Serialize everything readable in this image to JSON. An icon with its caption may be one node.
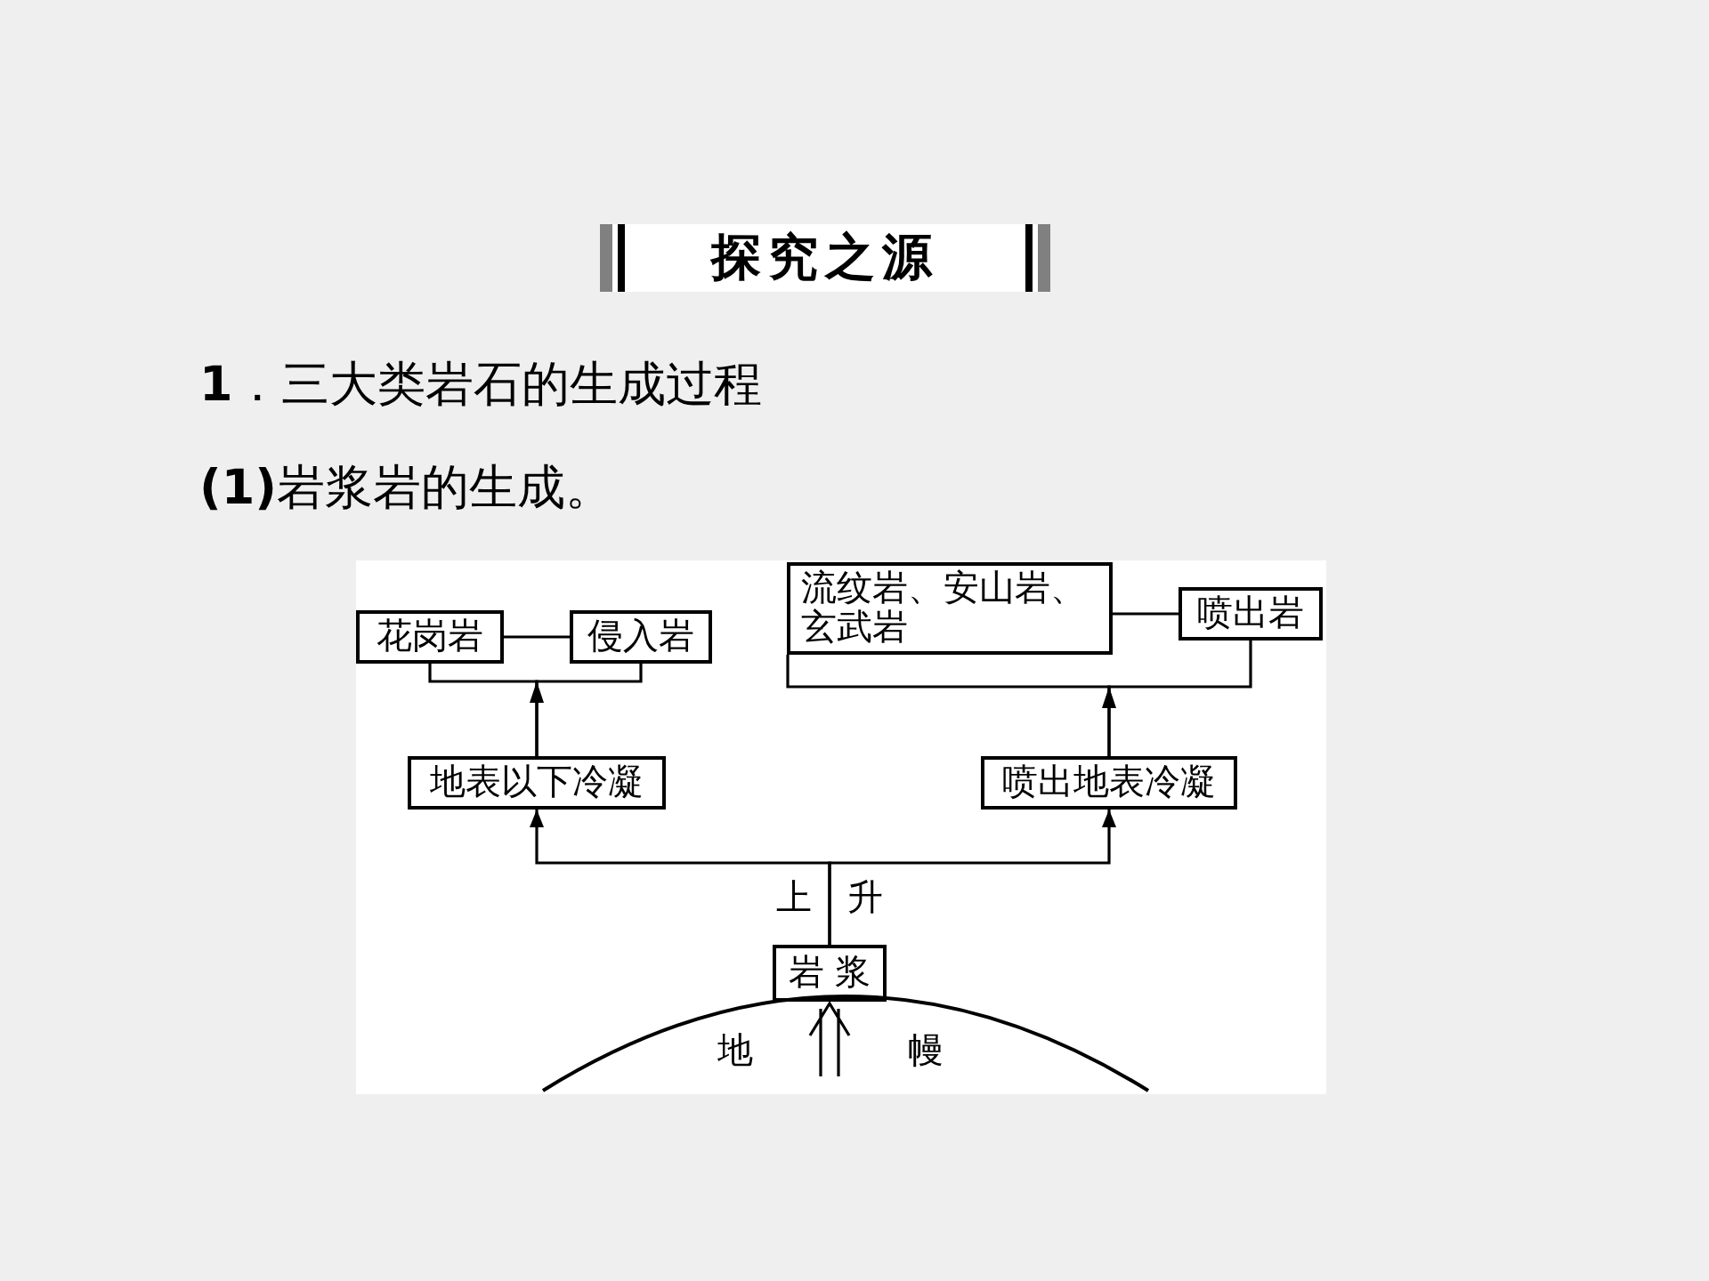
{
  "diagram": {
    "title": "探究之源",
    "nodes": [
      {
        "text": [
          "花岗岩"
        ]
      },
      {
        "text": [
          "侵入岩"
        ]
      },
      {
        "text": [
          "流纹岩、安山岩、玄武岩"
        ]
      },
      {
        "text": [
          "喷出岩"
        ]
      },
      {
        "text": [
          "地表以下冷凝"
        ]
      },
      {
        "text": [
          "喷出地表冷凝"
        ]
      },
      {
        "text": [
          "岩浆"
        ]
      },
      {
        "text": [
          "地",
          "幔"
        ]
      }
    ],
    "edges": [
      {
        "from": 0,
        "to": 1,
        "arrow": "none"
      },
      {
        "from": 4,
        "to": 0,
        "arrow": "to"
      },
      {
        "from": 4,
        "to": 1,
        "arrow": "to"
      },
      {
        "from": 2,
        "to": 3,
        "arrow": "none"
      },
      {
        "from": 5,
        "to": 2,
        "arrow": "to"
      },
      {
        "from": 5,
        "to": 3,
        "arrow": "to"
      },
      {
        "from": 6,
        "to": 4,
        "arrow": "to"
      },
      {
        "from": 6,
        "to": 5,
        "arrow": "to"
      },
      {
        "from": 7,
        "to": 6,
        "arrow": "to"
      }
    ],
    "labels": [
      "**1**．三大类岩石的生成过程",
      "**(1)**岩浆岩的生成。",
      "上",
      "升"
    ]
  }
}
